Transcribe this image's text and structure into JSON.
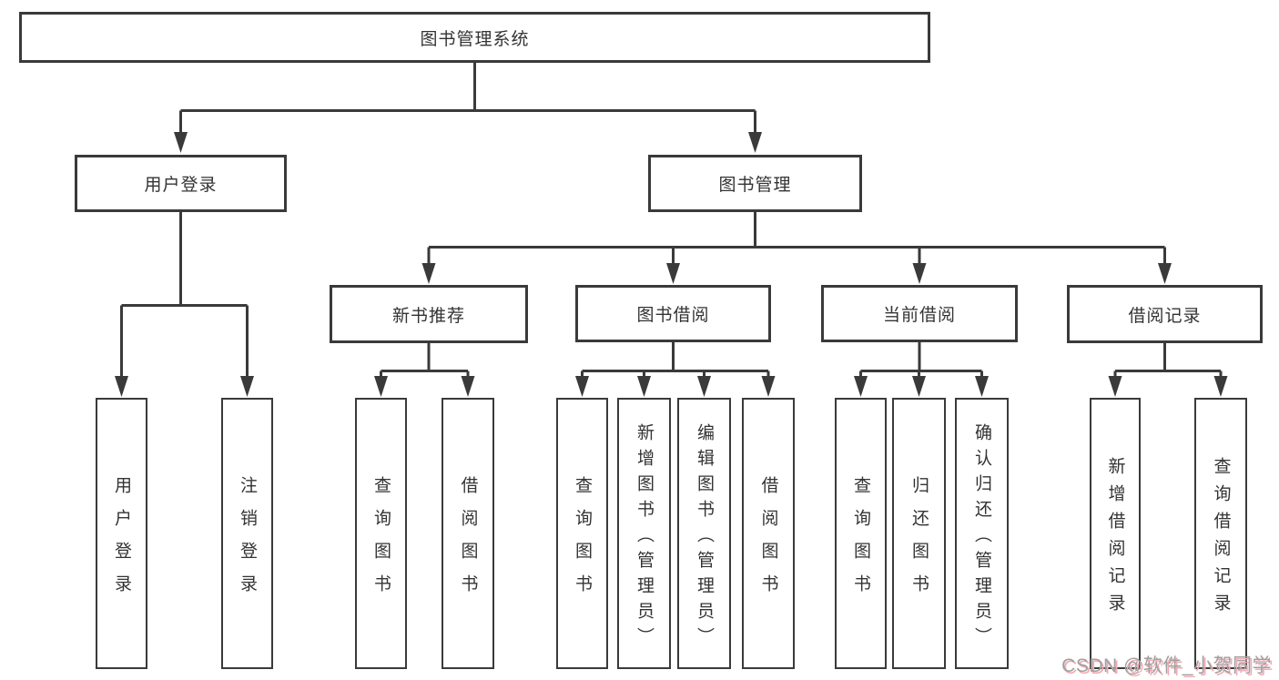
{
  "tree": {
    "root": {
      "label": "图书管理系统"
    },
    "branches": [
      {
        "label": "用户登录",
        "children": [
          {
            "label": "用户登录"
          },
          {
            "label": "注销登录"
          }
        ]
      },
      {
        "label": "图书管理",
        "children": [
          {
            "label": "新书推荐",
            "children": [
              {
                "label": "查询图书"
              },
              {
                "label": "借阅图书"
              }
            ]
          },
          {
            "label": "图书借阅",
            "children": [
              {
                "label": "查询图书"
              },
              {
                "label": "新增图书（管理员）"
              },
              {
                "label": "编辑图书（管理员）"
              },
              {
                "label": "借阅图书"
              }
            ]
          },
          {
            "label": "当前借阅",
            "children": [
              {
                "label": "查询图书"
              },
              {
                "label": "归还图书"
              },
              {
                "label": "确认归还（管理员）"
              }
            ]
          },
          {
            "label": "借阅记录",
            "children": [
              {
                "label": "新增借阅记录"
              },
              {
                "label": "查询借阅记录"
              }
            ]
          }
        ]
      }
    ]
  },
  "watermark": {
    "text": "CSDN @软件_小贺同学"
  },
  "colors": {
    "line": "#3a3a3a",
    "box_border": "#3a3a3a",
    "box_fill": "#ffffff",
    "text": "#333333",
    "background": "#ffffff",
    "watermark_text": "#a0a0a0",
    "watermark_shadow": "#f2aab4"
  }
}
